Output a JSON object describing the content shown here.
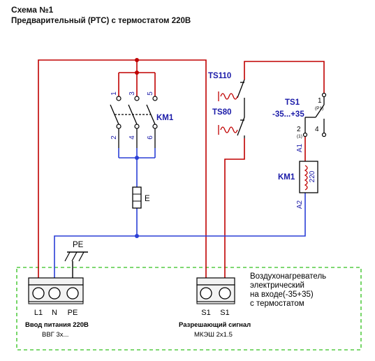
{
  "header": {
    "scheme_number": "Схема №1",
    "subtitle": "Предварительный (РТС) с термостатом 220В"
  },
  "contactor": {
    "label": "KM1",
    "pin_top": [
      "1",
      "3",
      "5"
    ],
    "pin_bottom": [
      "2",
      "4",
      "6"
    ]
  },
  "heater": {
    "label": "E"
  },
  "earth": {
    "label": "PE"
  },
  "thermal_switches": {
    "ts110": "TS110",
    "ts80": "TS80"
  },
  "thermostat": {
    "label": "TS1",
    "range": "-35...+35",
    "pin_1": "1",
    "pin_p1": "(P1)",
    "pin_2": "2",
    "pin_2_sub": "(1)",
    "pin_4": "4"
  },
  "coil": {
    "label": "KM1",
    "voltage": "220",
    "pin_a1": "A1",
    "pin_a2": "A2"
  },
  "power_terminal": {
    "labels": [
      "L1",
      "N",
      "PE"
    ],
    "title": "Ввод питания 220В",
    "cable": "ВВГ 3х..."
  },
  "signal_terminal": {
    "labels": [
      "S1",
      "S1"
    ],
    "title": "Разрешающий сигнал",
    "cable": "МКЭШ 2х1.5"
  },
  "device_note": [
    "Воздухонагреватель",
    "электрический",
    "на входе(-35+35)",
    "с термостатом"
  ],
  "colors": {
    "phase_wire": "#c00000",
    "neutral_wire": "#2a3fd6",
    "component": "#000000",
    "label_blue": "#1a1aa8",
    "boundary": "#55cc44",
    "terminal_fill": "#f2f2f2"
  }
}
